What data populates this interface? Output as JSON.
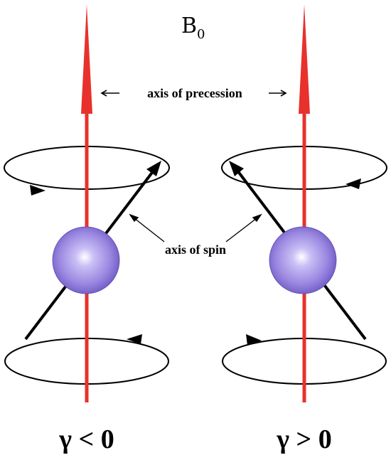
{
  "field_label": "B",
  "field_subscript": "0",
  "precession_label": "axis of precession",
  "spin_label": "axis of spin",
  "left_caption": "γ < 0",
  "right_caption": "γ > 0",
  "colors": {
    "field_axis": "#e8312d",
    "sphere_highlight": "#ffffff",
    "sphere_mid": "#a99ae8",
    "sphere_dark": "#6a55c8",
    "stroke": "#000000"
  }
}
